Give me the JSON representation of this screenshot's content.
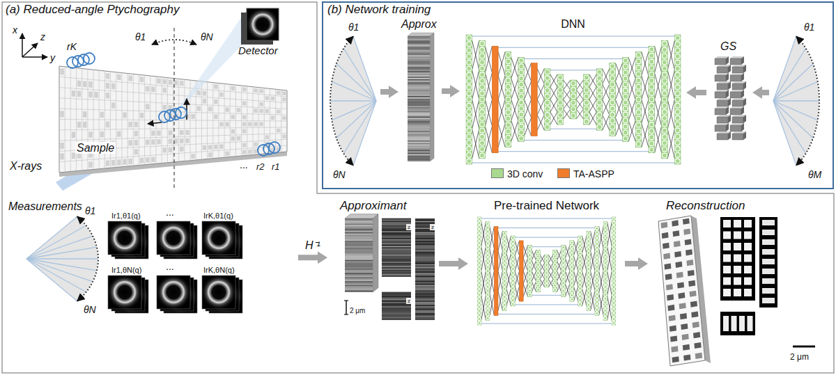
{
  "diagram": {
    "nodes": [
      {
        "text": [
          "(a) Reduced-angle Ptychography"
        ]
      },
      {
        "text": [
          "Detector"
        ],
        "in": 0
      },
      {
        "text": [
          "Sample"
        ],
        "in": 0
      },
      {
        "text": [
          "Measurements",
          "θ1",
          "θN",
          "Ir1,θ1(q)",
          "...",
          "IrK,θ1(q)",
          "Ir1,θN(q)",
          "...",
          "IrK,θN(q)"
        ],
        "in": 0
      },
      {
        "text": [
          "Approximant"
        ],
        "in": 0
      },
      {
        "text": [
          "Pre-trained Network"
        ],
        "in": 0
      },
      {
        "text": [
          "Reconstruction"
        ],
        "in": 0
      },
      {
        "text": [
          "(b) Network training"
        ]
      },
      {
        "text": [
          "θ1",
          "θN"
        ],
        "in": 7
      },
      {
        "text": [
          "Approx"
        ],
        "in": 7
      },
      {
        "text": [
          "DNN"
        ],
        "in": 7
      },
      {
        "text": [
          "GS"
        ],
        "in": 7
      },
      {
        "text": [
          "θ1",
          "θM"
        ],
        "in": 7
      }
    ],
    "edges": [
      {
        "from": 3,
        "to": 4,
        "label": "H⁻¹",
        "arrow": "to"
      },
      {
        "from": 4,
        "to": 5,
        "arrow": "to"
      },
      {
        "from": 5,
        "to": 6,
        "arrow": "to"
      },
      {
        "from": 8,
        "to": 9,
        "arrow": "to"
      },
      {
        "from": 9,
        "to": 10,
        "arrow": "to"
      },
      {
        "from": 11,
        "to": 10,
        "arrow": "to"
      },
      {
        "from": 12,
        "to": 11,
        "arrow": "to"
      }
    ],
    "labels": [
      "x",
      "y",
      "z",
      "rK",
      "θ1",
      "θN",
      "X-rays",
      "...",
      "r2",
      "r1",
      "2 μm",
      "z",
      "z",
      "z",
      "2 μm"
    ],
    "legend": [
      {
        "text": "3D conv",
        "color": "#a9d98f"
      },
      {
        "text": "TA-ASPP",
        "color": "#f07d2c"
      }
    ]
  }
}
